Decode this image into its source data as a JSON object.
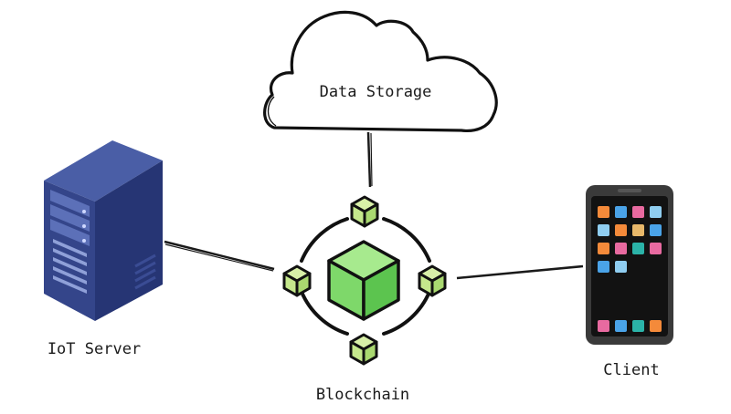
{
  "nodes": {
    "cloud": {
      "label": "Data Storage",
      "icon": "cloud-icon"
    },
    "server": {
      "label": "IoT Server",
      "icon": "server-rack-icon"
    },
    "blockchain": {
      "label": "Blockchain",
      "icon": "blockchain-cubes-icon"
    },
    "client": {
      "label": "Client",
      "icon": "smartphone-icon"
    }
  },
  "colors": {
    "server_front": "#34458a",
    "server_side": "#263574",
    "server_top": "#4a5ea6",
    "cube_main": "#7ed86a",
    "cube_small": "#c5e88c",
    "phone_body": "#3a3a3a",
    "phone_screen": "#121212"
  },
  "phone_app_colors": [
    [
      "#f48a3a",
      "#4aa3e8",
      "#e86aa0",
      "#8fcdf0"
    ],
    [
      "#8fcdf0",
      "#f48a3a",
      "#e8b86a",
      "#4aa3e8"
    ],
    [
      "#f48a3a",
      "#e86aa0",
      "#2bb3a8",
      "#e86aa0"
    ],
    [
      "#4aa3e8",
      "#8fcdf0"
    ]
  ],
  "phone_dock_colors": [
    "#e86aa0",
    "#4aa3e8",
    "#2bb3a8",
    "#f48a3a"
  ]
}
